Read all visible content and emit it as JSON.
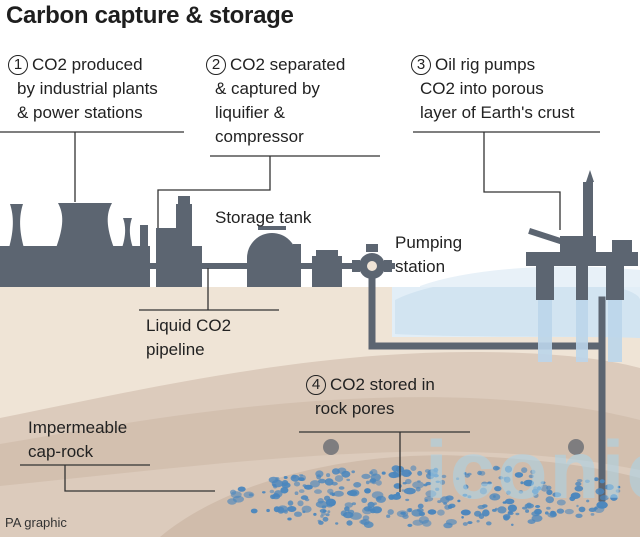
{
  "title": "Carbon capture & storage",
  "steps": [
    {
      "number": "1",
      "lines": [
        "CO2 produced",
        "by industrial plants",
        "& power stations"
      ]
    },
    {
      "number": "2",
      "lines": [
        "CO2 separated",
        "& captured by",
        "liquifier &",
        "compressor"
      ]
    },
    {
      "number": "3",
      "lines": [
        "Oil rig pumps",
        "CO2 into porous",
        "layer of Earth's crust"
      ]
    },
    {
      "number": "4",
      "lines": [
        "CO2 stored in",
        "rock pores"
      ]
    }
  ],
  "labels": {
    "storage_tank": "Storage tank",
    "pumping_station": [
      "Pumping",
      "station"
    ],
    "pipeline": [
      "Liquid CO2",
      "pipeline"
    ],
    "cap_rock": [
      "Impermeable",
      "cap-rock"
    ]
  },
  "credit": "PA graphic",
  "watermark": "iconic",
  "colors": {
    "structure": "#5c6571",
    "ground": "#efe4d6",
    "rock_layer": "#dccbbc",
    "sea": "#e2eef7",
    "ice": "#d2e4f1",
    "bubbles": "#4a86bd"
  }
}
